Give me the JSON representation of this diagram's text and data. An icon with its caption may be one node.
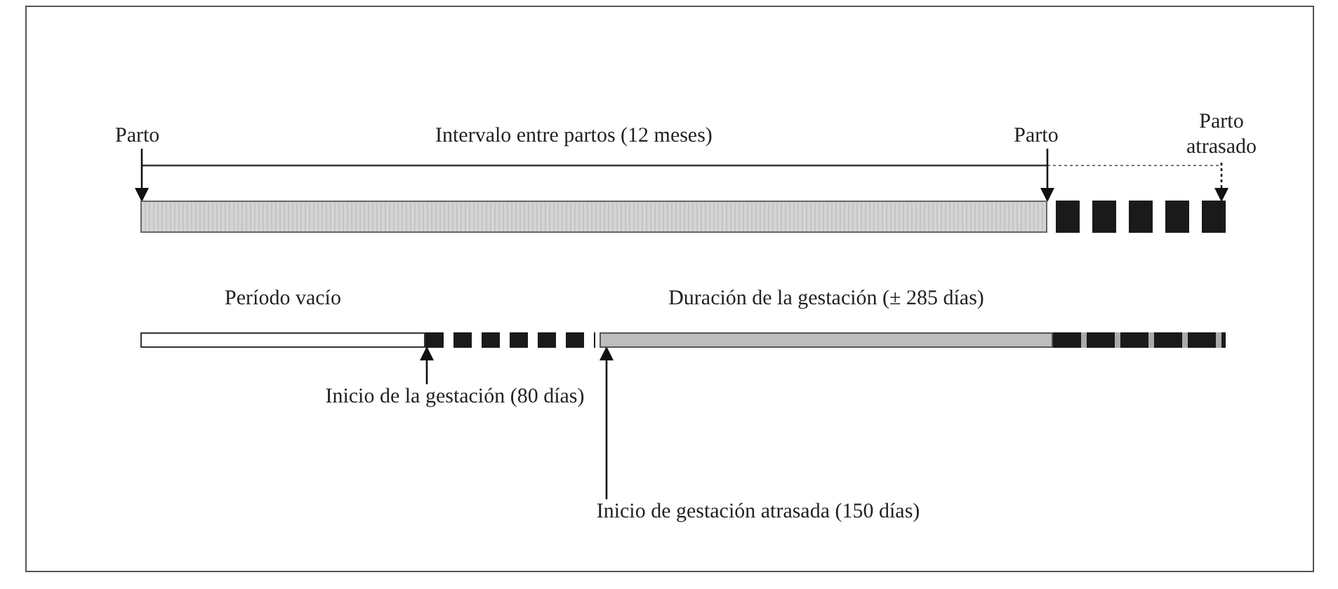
{
  "diagram": {
    "nodes": [
      {
        "text": [
          "Parto"
        ]
      },
      {
        "text": [
          "Parto"
        ]
      },
      {
        "text": [
          "Parto atrasado"
        ]
      },
      {
        "text": [],
        "shape": "bar"
      },
      {
        "text": [],
        "shape": "bar"
      },
      {
        "text": [
          "Período vacío"
        ]
      },
      {
        "text": [],
        "shape": "bar"
      },
      {
        "text": [
          "Duración de la gestación (± 285 días)"
        ]
      },
      {
        "text": [],
        "shape": "bar"
      },
      {
        "text": [
          "Inicio de la gestación (80 días)"
        ]
      },
      {
        "text": [
          "Inicio de gestación atrasada (150 días)"
        ]
      }
    ],
    "edges": [
      {
        "from": 0,
        "to": 3,
        "arrow": "to"
      },
      {
        "from": 1,
        "to": 3,
        "arrow": "to"
      },
      {
        "from": 2,
        "to": 4,
        "arrow": "to",
        "style": "dashed"
      },
      {
        "from": 9,
        "to": 6,
        "arrow": "to"
      },
      {
        "from": 10,
        "to": 7,
        "arrow": "to"
      }
    ],
    "labels": [
      "Intervalo entre partos (12 meses)"
    ]
  }
}
